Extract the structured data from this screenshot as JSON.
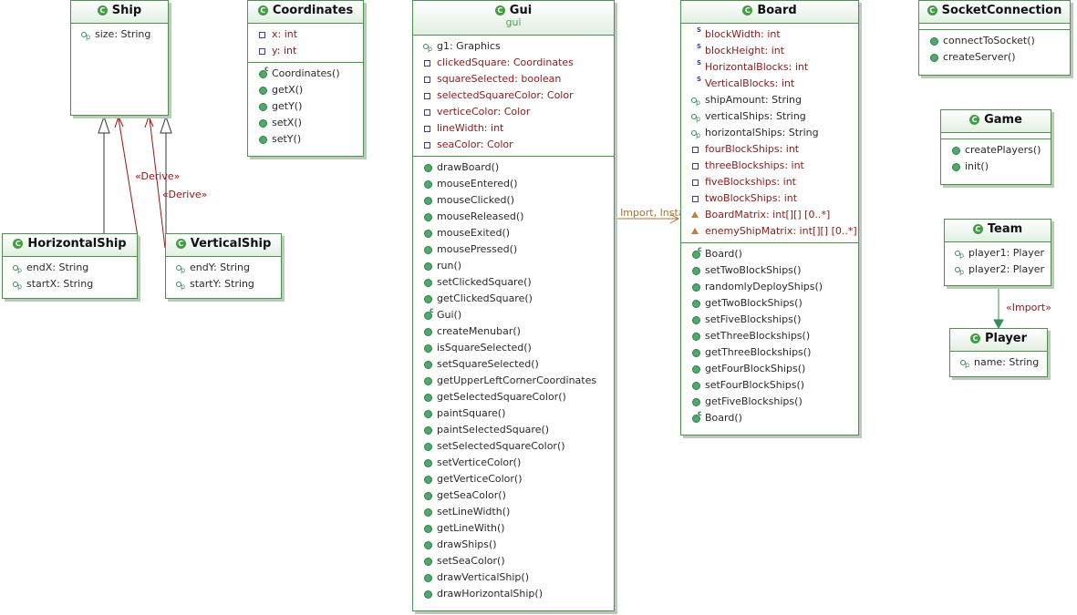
{
  "classes": {
    "ship": {
      "name": "Ship",
      "attrs": [
        {
          "text": "size: String",
          "vis": "prop"
        }
      ],
      "methods": []
    },
    "coordinates": {
      "name": "Coordinates",
      "attrs": [
        {
          "text": "x: int",
          "vis": "priv"
        },
        {
          "text": "y: int",
          "vis": "priv"
        }
      ],
      "methods": [
        {
          "text": "Coordinates()",
          "vis": "ctor"
        },
        {
          "text": "getX()",
          "vis": "pub"
        },
        {
          "text": "getY()",
          "vis": "pub"
        },
        {
          "text": "setX()",
          "vis": "pub"
        },
        {
          "text": "setY()",
          "vis": "pub"
        }
      ]
    },
    "gui": {
      "name": "Gui",
      "package": "gui",
      "attrs": [
        {
          "text": "g1: Graphics",
          "vis": "prop"
        },
        {
          "text": "clickedSquare: Coordinates",
          "vis": "priv"
        },
        {
          "text": "squareSelected: boolean",
          "vis": "priv"
        },
        {
          "text": "selectedSquareColor: Color",
          "vis": "priv"
        },
        {
          "text": "verticeColor: Color",
          "vis": "priv"
        },
        {
          "text": "lineWidth: int",
          "vis": "priv"
        },
        {
          "text": "seaColor: Color",
          "vis": "priv"
        }
      ],
      "methods": [
        {
          "text": "drawBoard()",
          "vis": "pub"
        },
        {
          "text": "mouseEntered()",
          "vis": "pub"
        },
        {
          "text": "mouseClicked()",
          "vis": "pub"
        },
        {
          "text": "mouseReleased()",
          "vis": "pub"
        },
        {
          "text": "mouseExited()",
          "vis": "pub"
        },
        {
          "text": "mousePressed()",
          "vis": "pub"
        },
        {
          "text": "run()",
          "vis": "pub"
        },
        {
          "text": "setClickedSquare()",
          "vis": "pub"
        },
        {
          "text": "getClickedSquare()",
          "vis": "pub"
        },
        {
          "text": "Gui()",
          "vis": "ctor"
        },
        {
          "text": "createMenubar()",
          "vis": "pub"
        },
        {
          "text": "isSquareSelected()",
          "vis": "pub"
        },
        {
          "text": "setSquareSelected()",
          "vis": "pub"
        },
        {
          "text": "getUpperLeftCornerCoordinates",
          "vis": "pub"
        },
        {
          "text": "getSelectedSquareColor()",
          "vis": "pub"
        },
        {
          "text": "paintSquare()",
          "vis": "pub"
        },
        {
          "text": "paintSelectedSquare()",
          "vis": "pub"
        },
        {
          "text": "setSelectedSquareColor()",
          "vis": "pub"
        },
        {
          "text": "setVerticeColor()",
          "vis": "pub"
        },
        {
          "text": "getVerticeColor()",
          "vis": "pub"
        },
        {
          "text": "getSeaColor()",
          "vis": "pub"
        },
        {
          "text": "setLineWidth()",
          "vis": "pub"
        },
        {
          "text": "getLineWith()",
          "vis": "pub"
        },
        {
          "text": "drawShips()",
          "vis": "pub"
        },
        {
          "text": "setSeaColor()",
          "vis": "pub"
        },
        {
          "text": "drawVerticalShip()",
          "vis": "pub"
        },
        {
          "text": "drawHorizontalShip()",
          "vis": "pub"
        }
      ]
    },
    "board": {
      "name": "Board",
      "attrs": [
        {
          "text": "blockWidth: int",
          "vis": "static"
        },
        {
          "text": "blockHeight: int",
          "vis": "static"
        },
        {
          "text": "HorizontalBlocks: int",
          "vis": "static"
        },
        {
          "text": "VerticalBlocks: int",
          "vis": "static"
        },
        {
          "text": "shipAmount: String",
          "vis": "prop"
        },
        {
          "text": "verticalShips: String",
          "vis": "prop"
        },
        {
          "text": "horizontalShips: String",
          "vis": "prop"
        },
        {
          "text": "fourBlockShips: int",
          "vis": "priv"
        },
        {
          "text": "threeBlockships: int",
          "vis": "priv"
        },
        {
          "text": "fiveBlockships: int",
          "vis": "priv"
        },
        {
          "text": "twoBlockShips: int",
          "vis": "priv"
        },
        {
          "text": "BoardMatrix: int[][] [0..*]",
          "vis": "prot"
        },
        {
          "text": "enemyShipMatrix: int[][] [0..*]",
          "vis": "prot"
        }
      ],
      "methods": [
        {
          "text": "Board()",
          "vis": "ctor"
        },
        {
          "text": "setTwoBlockShips()",
          "vis": "pub"
        },
        {
          "text": "randomlyDeployShips()",
          "vis": "pub"
        },
        {
          "text": "getTwoBlockShips()",
          "vis": "pub"
        },
        {
          "text": "setFiveBlockships()",
          "vis": "pub"
        },
        {
          "text": "setThreeBlockships()",
          "vis": "pub"
        },
        {
          "text": "getThreeBlockships()",
          "vis": "pub"
        },
        {
          "text": "getFourBlockShips()",
          "vis": "pub"
        },
        {
          "text": "setFourBlockShips()",
          "vis": "pub"
        },
        {
          "text": "getFiveBlockships()",
          "vis": "pub"
        },
        {
          "text": "Board()",
          "vis": "ctor"
        }
      ]
    },
    "socket": {
      "name": "SocketConnection",
      "attrs": [],
      "methods": [
        {
          "text": "connectToSocket()",
          "vis": "pub"
        },
        {
          "text": "createServer()",
          "vis": "pub"
        }
      ]
    },
    "game": {
      "name": "Game",
      "attrs": [],
      "methods": [
        {
          "text": "createPlayers()",
          "vis": "pub"
        },
        {
          "text": "init()",
          "vis": "pub"
        }
      ]
    },
    "team": {
      "name": "Team",
      "attrs": [
        {
          "text": "player1: Player",
          "vis": "prop"
        },
        {
          "text": "player2: Player",
          "vis": "prop"
        }
      ],
      "methods": []
    },
    "player": {
      "name": "Player",
      "attrs": [
        {
          "text": "name: String",
          "vis": "prop"
        }
      ],
      "methods": []
    },
    "horizontal_ship": {
      "name": "HorizontalShip",
      "attrs": [
        {
          "text": "endX: String",
          "vis": "prop"
        },
        {
          "text": "startX: String",
          "vis": "prop"
        }
      ],
      "methods": []
    },
    "vertical_ship": {
      "name": "VerticalShip",
      "attrs": [
        {
          "text": "endY: String",
          "vis": "prop"
        },
        {
          "text": "startY: String",
          "vis": "prop"
        }
      ],
      "methods": []
    }
  },
  "relations": {
    "derive_1": "«Derive»",
    "derive_2": "«Derive»",
    "call_import": "«Call, Import, Instantiate»",
    "import": "«Import»"
  },
  "colors": {
    "border": "#4f8f4f",
    "derive_arrow": "#a01010",
    "dependency_arrow": "#b07030",
    "generalization": "#333333"
  }
}
